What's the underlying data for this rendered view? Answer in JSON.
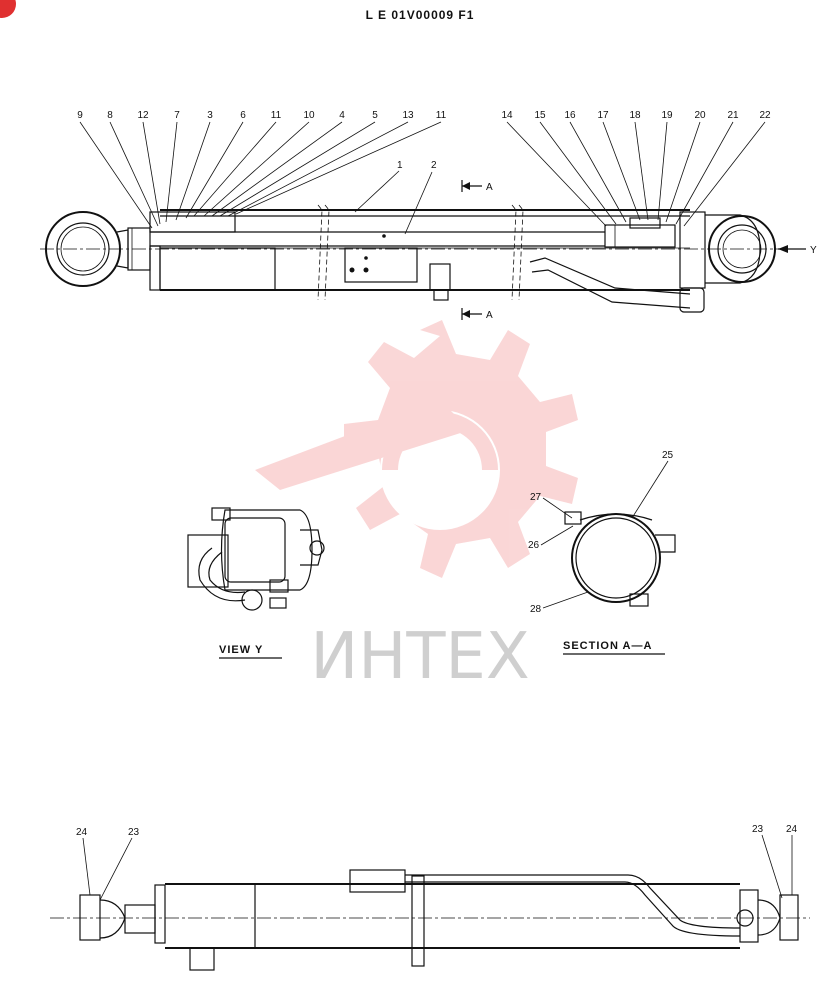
{
  "drawing_code": "L E 01V00009 F1",
  "callouts_top_left": [
    "9",
    "8",
    "12",
    "7",
    "3",
    "6",
    "11",
    "10",
    "4",
    "5",
    "13",
    "11"
  ],
  "callouts_top_right": [
    "14",
    "15",
    "16",
    "17",
    "18",
    "19",
    "20",
    "21",
    "22"
  ],
  "section_marks": [
    "A",
    "A"
  ],
  "view_arrow_label": "Y",
  "view_y_caption": "VIEW  Y",
  "section_caption": "SECTION  A—A",
  "section_callouts": [
    "25",
    "27",
    "26",
    "28"
  ],
  "bottom_callouts_left": [
    "24",
    "23"
  ],
  "bottom_callouts_right": [
    "23",
    "24"
  ],
  "top_body_labels": [
    "1",
    "2"
  ],
  "watermark": "ИНТЕХ",
  "colors": {
    "watermark": "#f4a6a6",
    "badge": "#e03030",
    "line": "#111111"
  }
}
